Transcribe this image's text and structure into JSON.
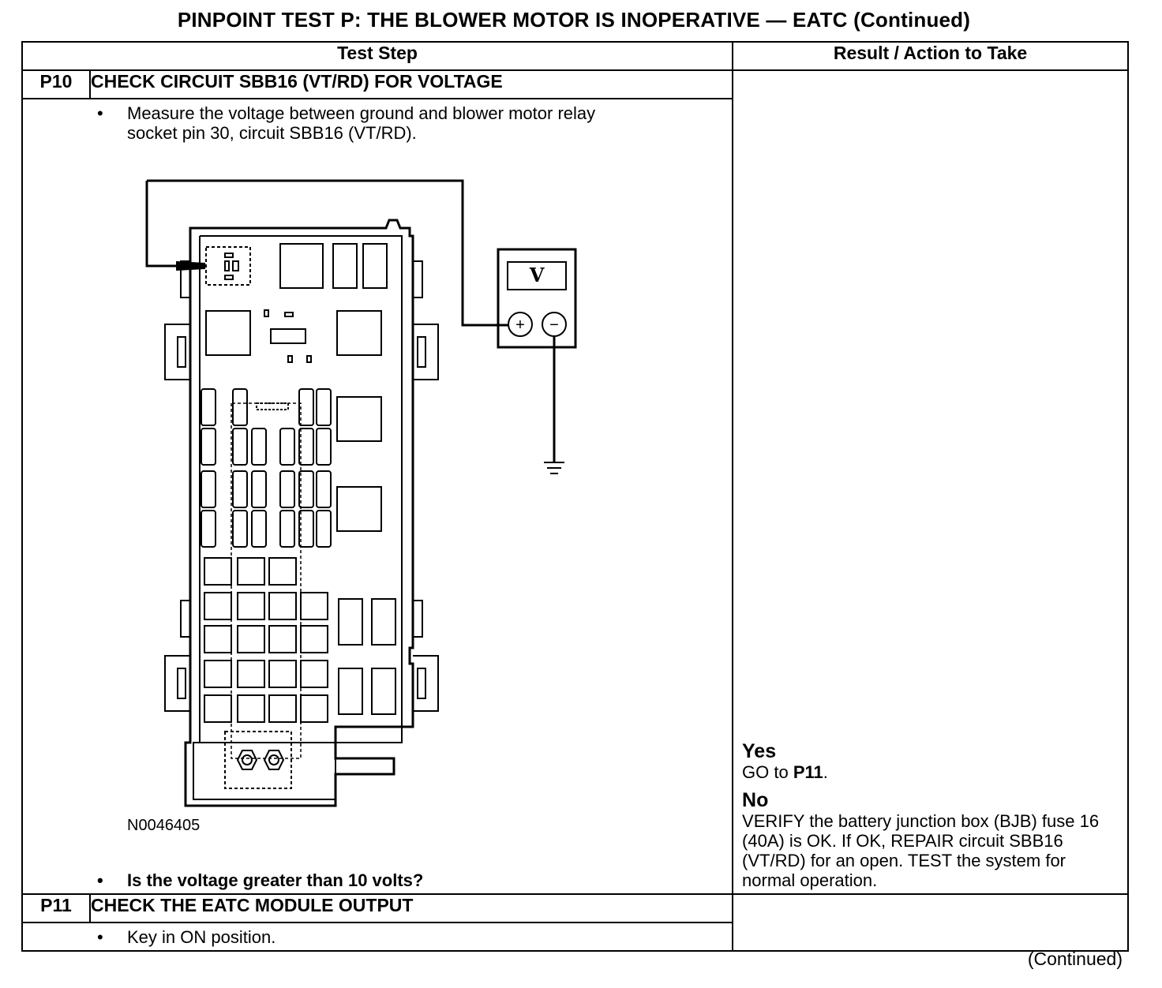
{
  "title": "PINPOINT TEST P: THE BLOWER MOTOR IS INOPERATIVE — EATC (Continued)",
  "headers": {
    "test_step": "Test Step",
    "result": "Result / Action to Take"
  },
  "steps": [
    {
      "id": "P10",
      "heading": "CHECK CIRCUIT SBB16 (VT/RD) FOR VOLTAGE",
      "instruction_1": "Measure the voltage between ground and blower motor relay socket pin 30, circuit SBB16 (VT/RD).",
      "figure_id": "N0046405",
      "meter_label": "V",
      "meter_plus": "+",
      "meter_minus": "−",
      "question": "Is the voltage greater than 10 volts?",
      "yes_label": "Yes",
      "yes_text": "GO to ",
      "yes_ref": "P11",
      "yes_end": ".",
      "no_label": "No",
      "no_text": "VERIFY the battery junction box (BJB) fuse 16 (40A) is OK. If OK, REPAIR circuit SBB16 (VT/RD) for an open. TEST the system for normal operation."
    },
    {
      "id": "P11",
      "heading": "CHECK THE EATC MODULE OUTPUT",
      "instruction_1": "Key in ON position."
    }
  ],
  "bullet_char": "•",
  "footer": "(Continued)"
}
